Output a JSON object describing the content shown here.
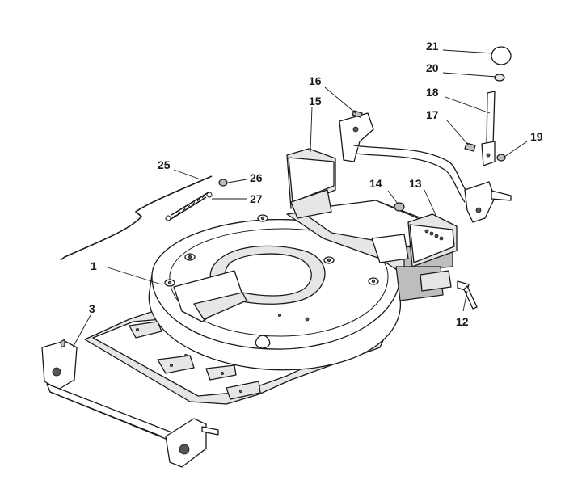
{
  "callouts": {
    "c1": "1",
    "c3": "3",
    "c12": "12",
    "c13": "13",
    "c14": "14",
    "c15": "15",
    "c16": "16",
    "c17": "17",
    "c18": "18",
    "c19": "19",
    "c20": "20",
    "c21": "21",
    "c25": "25",
    "c26": "26",
    "c27": "27"
  }
}
